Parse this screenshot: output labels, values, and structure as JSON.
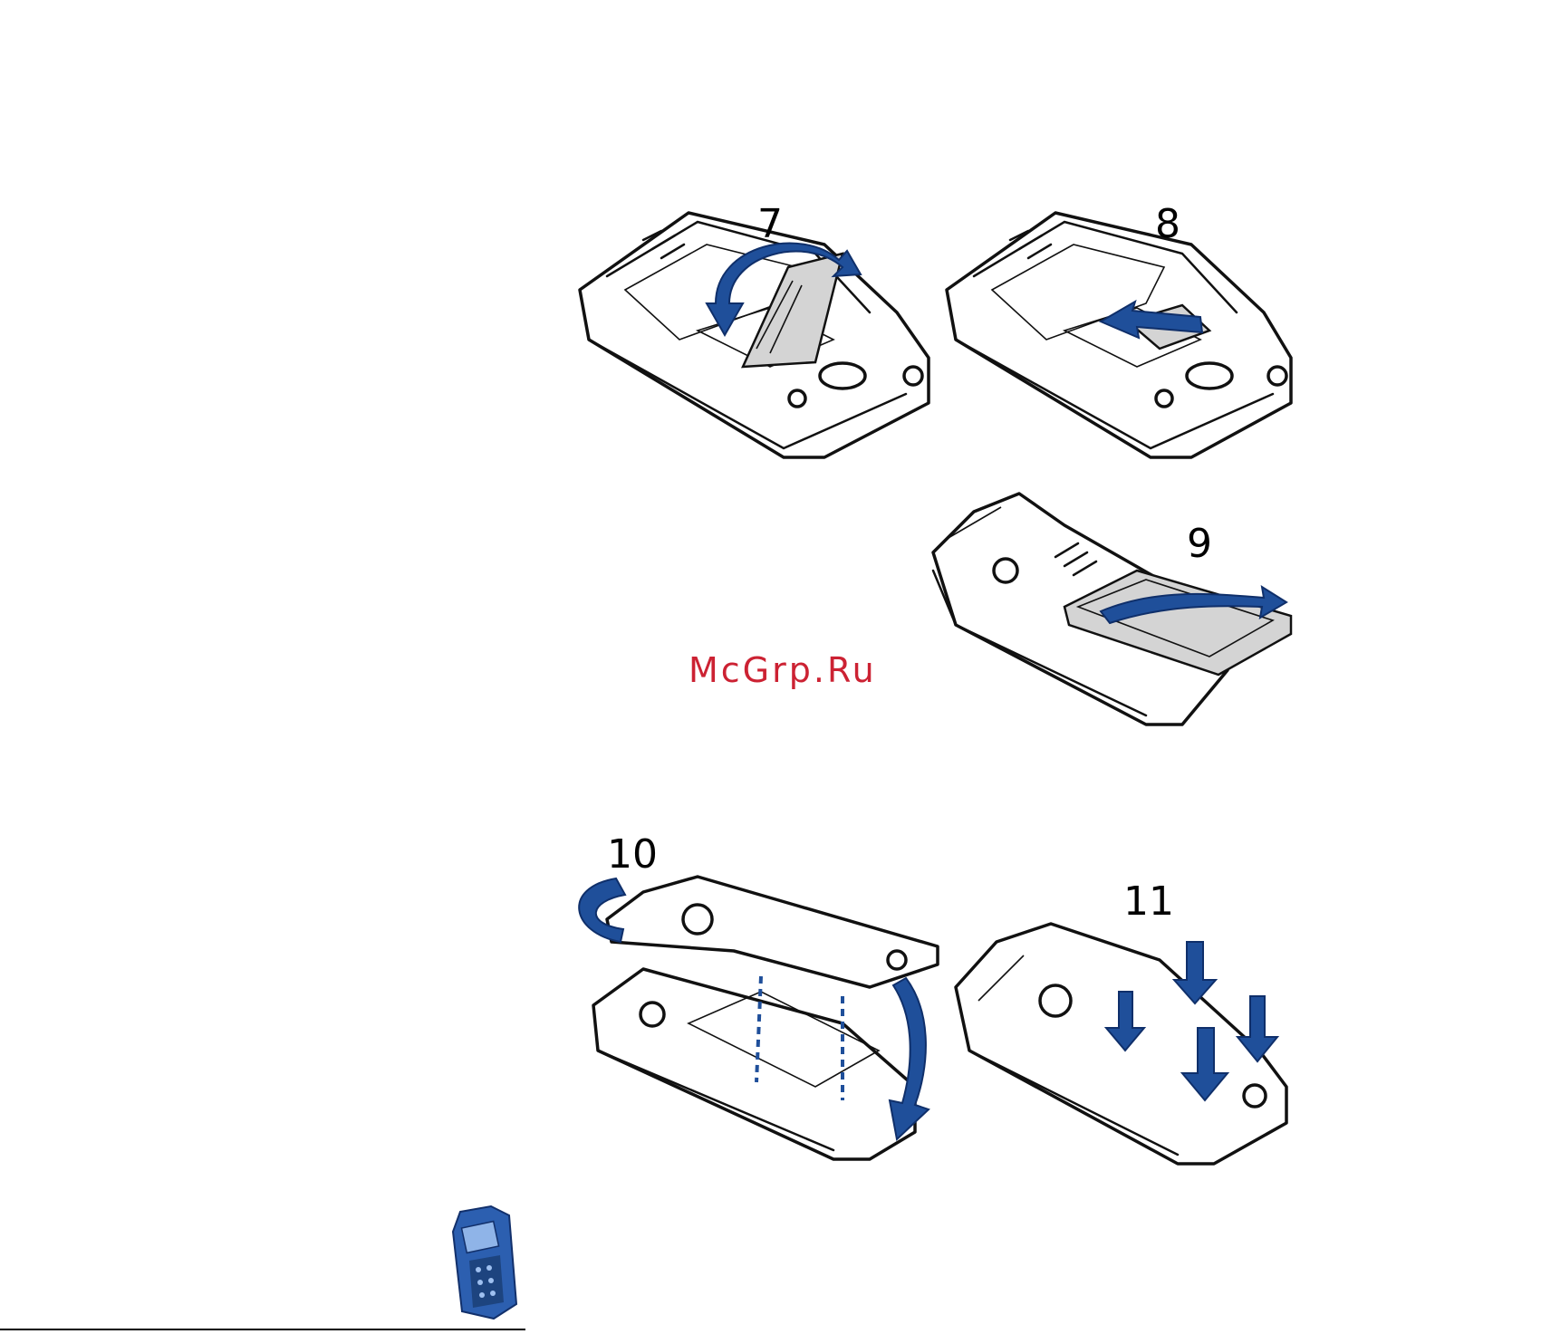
{
  "steps": [
    {
      "number": "7"
    },
    {
      "number": "8"
    },
    {
      "number": "9"
    },
    {
      "number": "10"
    },
    {
      "number": "11"
    }
  ],
  "watermark": {
    "text": "McGrp.Ru"
  },
  "colors": {
    "arrow_blue": "#1f4f9a",
    "watermark_red": "#cc2233",
    "line": "#111111"
  },
  "icons": {
    "footer": "phone-thumbnail-icon"
  }
}
